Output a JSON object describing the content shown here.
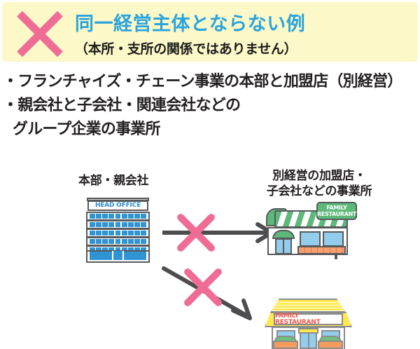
{
  "header": {
    "x_icon": "cross-mark",
    "title": "同一経営主体とならない例",
    "subtitle": "（本所・支所の関係ではありません）",
    "background_color": "#fcf8c8",
    "title_color": "#2aa4dd",
    "x_color": "#ef6d95"
  },
  "bullets": [
    "・フランチャイズ・チェーン事業の本部と加盟店（別経営）",
    "・親会社と子会社・関連会社などの",
    "グループ企業の事業所"
  ],
  "diagram": {
    "left_label": "本部・親会社",
    "right_label_line1": "別経営の加盟店・",
    "right_label_line2": "子会社などの事業所",
    "head_office": {
      "sign_text": "HEAD OFFICE",
      "sign_text_color": "#2e8ccd",
      "window_color": "#2f93d4"
    },
    "green_restaurant": {
      "sign_line1": "FAMILY",
      "sign_line2": "RESTAURANT",
      "sign_color": "#5cb97a",
      "awning_color": "#5cb97a",
      "window_color": "#93cdec",
      "brick_color": "#f4a070"
    },
    "yellow_restaurant": {
      "sign_text": "FAMILY RESTAURANT",
      "sign_text_color": "#f4584f",
      "roof_color": "#ffe94e",
      "window_color": "#93cdec",
      "planter_color": "#f59b5e",
      "bush_color": "#6fc07e"
    },
    "arrows": [
      {
        "name": "horizontal-arrow",
        "color": "#4d4d4f"
      },
      {
        "name": "diagonal-arrow",
        "color": "#4d4d4f"
      }
    ],
    "cross_marks": [
      {
        "name": "cross-mark-top",
        "color": "#ef6d95"
      },
      {
        "name": "cross-mark-bottom",
        "color": "#ef6d95"
      }
    ]
  }
}
